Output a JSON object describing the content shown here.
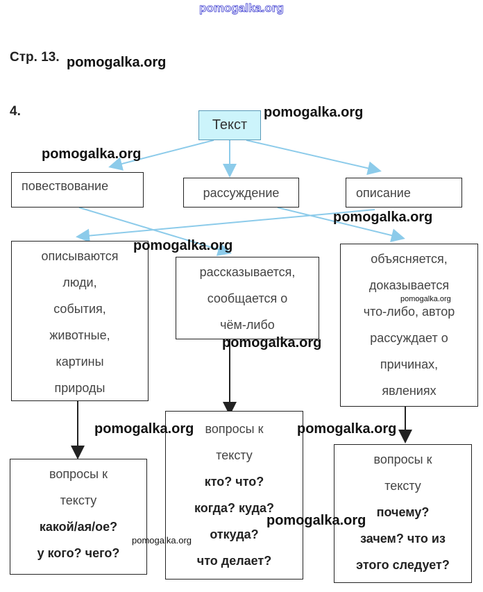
{
  "watermark": "pomogalka.org",
  "page_label": "Стр. 13.",
  "task_number": "4.",
  "root": "Текст",
  "types": [
    "повествование",
    "рассуждение",
    "описание"
  ],
  "descriptions": {
    "left": [
      "описываются",
      "люди,",
      "события,",
      "животные,",
      "картины",
      "природы"
    ],
    "middle": [
      "рассказывается,",
      "сообщается о",
      "чём-либо"
    ],
    "right": [
      "объясняется,",
      "доказывается",
      "что-либо, автор",
      "рассуждает о",
      "причинах,",
      "явлениях"
    ]
  },
  "questions": {
    "left": {
      "title": [
        "вопросы к",
        "тексту"
      ],
      "items": [
        "какой/ая/ое?",
        "у кого? чего?"
      ]
    },
    "middle": {
      "title": [
        "вопросы к",
        "тексту"
      ],
      "items": [
        "кто? что?",
        "когда? куда?",
        "откуда?",
        "что делает?"
      ]
    },
    "right": {
      "title": [
        "вопросы к",
        "тексту"
      ],
      "items": [
        "почему?",
        "зачем? что из",
        "этого следует?"
      ]
    }
  },
  "colors": {
    "root_fill": "#ccf4fb",
    "connector": "#8ccbea",
    "arrow": "#222222"
  }
}
